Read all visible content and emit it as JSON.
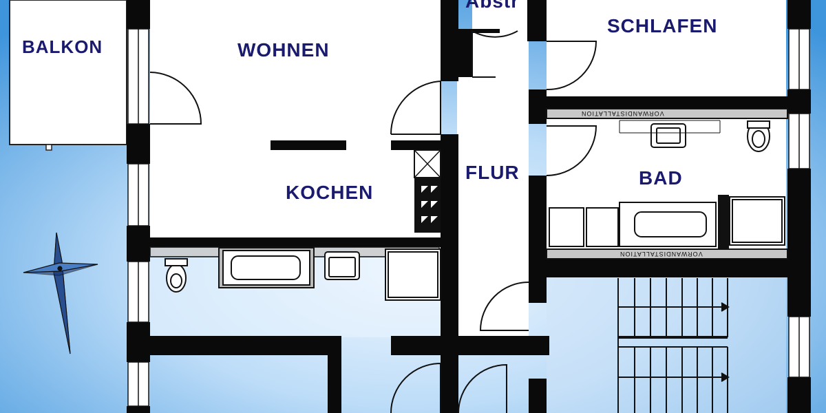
{
  "rooms": {
    "balkon": "BALKON",
    "wohnen": "WOHNEN",
    "kochen": "KOCHEN",
    "flur": "FLUR",
    "abstr": "Abstr",
    "schlafen": "SCHLAFEN",
    "bad": "BAD"
  },
  "annotations": {
    "vorwand_top": "VORWANDISTALLATION",
    "vorwand_bottom": "VORWANDISTALLATION"
  },
  "colors": {
    "wall": "#0a0a0a",
    "floor": "#ffffff",
    "label": "#1a1a6e",
    "background_light": "#eaf4fd",
    "background_dark": "#4a9ee0"
  },
  "icons": [
    "compass-rose-icon",
    "toilet-icon",
    "bathtub-icon",
    "sink-icon",
    "shower-icon",
    "stove-icon",
    "ventilation-shaft-icon",
    "staircase-icon"
  ]
}
